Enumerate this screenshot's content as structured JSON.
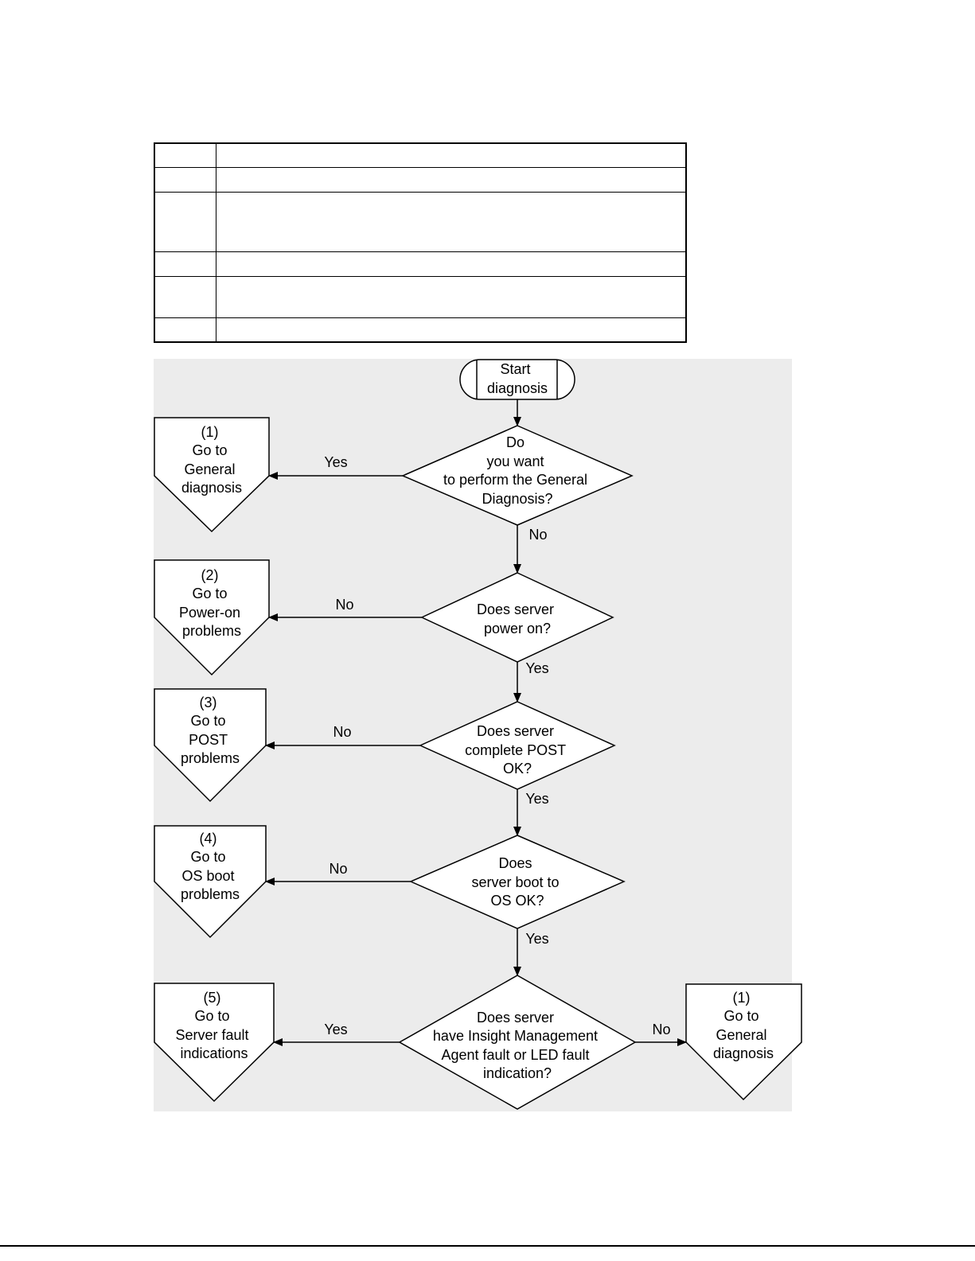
{
  "flowchart": {
    "start": [
      "Start",
      "diagnosis"
    ],
    "decisions": [
      [
        "Do",
        "you want",
        "to perform the General",
        "Diagnosis?"
      ],
      [
        "Does server",
        "power on?"
      ],
      [
        "Does server",
        "complete POST",
        "OK?"
      ],
      [
        "Does",
        "server boot to",
        "OS OK?"
      ],
      [
        "Does server",
        "have Insight Management",
        "Agent fault or LED fault",
        "indication?"
      ]
    ],
    "connectors": [
      [
        "(1)",
        "Go to",
        "General",
        "diagnosis"
      ],
      [
        "(2)",
        "Go to",
        "Power-on",
        "problems"
      ],
      [
        "(3)",
        "Go to",
        "POST",
        "problems"
      ],
      [
        "(4)",
        "Go to",
        "OS boot",
        "problems"
      ],
      [
        "(5)",
        "Go to",
        "Server fault",
        "indications"
      ],
      [
        "(1)",
        "Go to",
        "General",
        "diagnosis"
      ]
    ],
    "edge_labels": {
      "d1_left": "Yes",
      "d1_down": "No",
      "d2_left": "No",
      "d2_down": "Yes",
      "d3_left": "No",
      "d3_down": "Yes",
      "d4_left": "No",
      "d4_down": "Yes",
      "d5_left": "Yes",
      "d5_right": "No"
    }
  }
}
